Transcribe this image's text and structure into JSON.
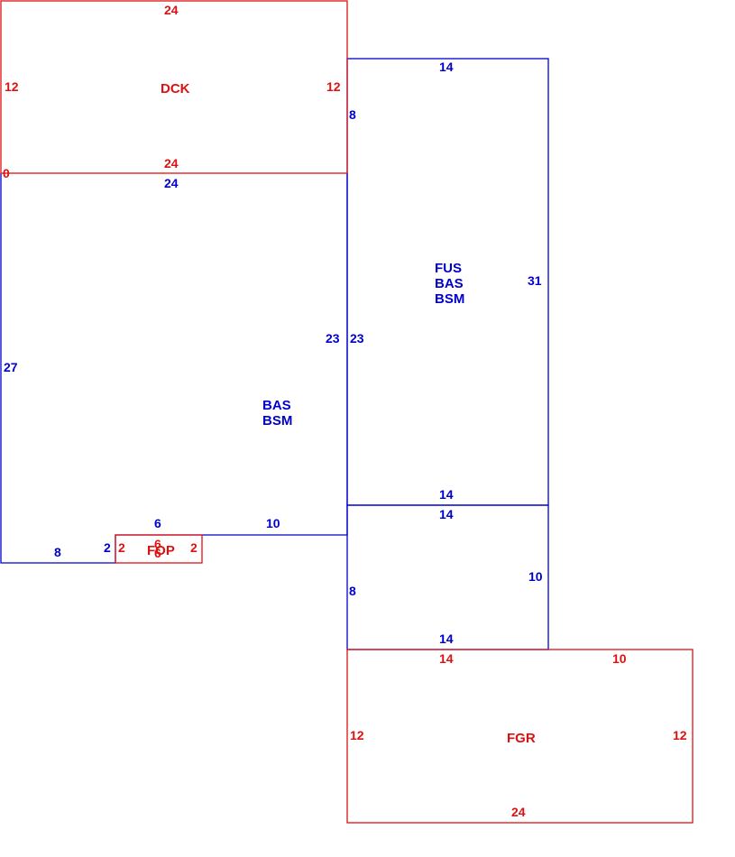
{
  "colors": {
    "living": "#0000cc",
    "exterior": "#dd1111"
  },
  "areas": {
    "dck": {
      "code": "DCK"
    },
    "fus": {
      "codes": [
        "FUS",
        "BAS",
        "BSM"
      ]
    },
    "bas": {
      "codes": [
        "BAS",
        "BSM"
      ]
    },
    "fop": {
      "code": "FOP"
    },
    "fgr": {
      "code": "FGR"
    }
  },
  "dims": {
    "dck_top": "24",
    "dck_left": "12",
    "dck_right": "12",
    "dck_bottom": "24",
    "zero": "0",
    "bas_top": "24",
    "fus_top": "14",
    "fus_left_top": "8",
    "fus_right": "31",
    "fus_left": "23",
    "bas_right": "23",
    "bas_left": "27",
    "fus_bottom": "14",
    "lower_top": "14",
    "lower_right": "10",
    "lower_left": "8",
    "lower_bottom": "14",
    "bas_step_top": "6",
    "bas_step_mid": "10",
    "bas_step_left": "2",
    "bas_bottom": "8",
    "fop_left": "2",
    "fop_right": "2",
    "fop_top": "6",
    "fop_bottom": "6",
    "fgr_top_left": "14",
    "fgr_top_right": "10",
    "fgr_left": "12",
    "fgr_right": "12",
    "fgr_bottom": "24"
  }
}
